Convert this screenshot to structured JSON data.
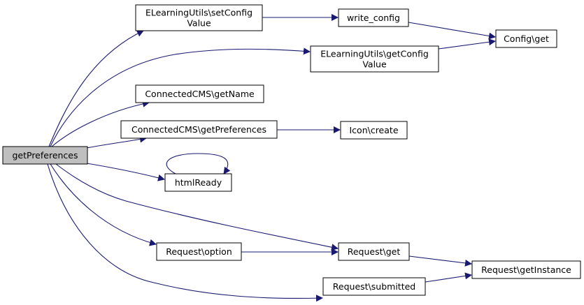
{
  "diagram": {
    "nodes": [
      {
        "id": "getPreferences",
        "lines": [
          "getPreferences"
        ],
        "highlight": true
      },
      {
        "id": "setConfigValue",
        "lines": [
          "ELearningUtils\\setConfig",
          "Value"
        ]
      },
      {
        "id": "write_config",
        "lines": [
          "write_config"
        ]
      },
      {
        "id": "config_get",
        "lines": [
          "Config\\get"
        ]
      },
      {
        "id": "getConfigValue",
        "lines": [
          "ELearningUtils\\getConfig",
          "Value"
        ]
      },
      {
        "id": "getName",
        "lines": [
          "ConnectedCMS\\getName"
        ]
      },
      {
        "id": "cms_getPreferences",
        "lines": [
          "ConnectedCMS\\getPreferences"
        ]
      },
      {
        "id": "icon_create",
        "lines": [
          "Icon\\create"
        ]
      },
      {
        "id": "htmlReady",
        "lines": [
          "htmlReady"
        ]
      },
      {
        "id": "request_option",
        "lines": [
          "Request\\option"
        ]
      },
      {
        "id": "request_get",
        "lines": [
          "Request\\get"
        ]
      },
      {
        "id": "request_getInstance",
        "lines": [
          "Request\\getInstance"
        ]
      },
      {
        "id": "request_submitted",
        "lines": [
          "Request\\submitted"
        ]
      }
    ],
    "edges": [
      {
        "from": "getPreferences",
        "to": "setConfigValue"
      },
      {
        "from": "getPreferences",
        "to": "getConfigValue"
      },
      {
        "from": "getPreferences",
        "to": "getName"
      },
      {
        "from": "getPreferences",
        "to": "cms_getPreferences"
      },
      {
        "from": "getPreferences",
        "to": "htmlReady"
      },
      {
        "from": "getPreferences",
        "to": "request_get"
      },
      {
        "from": "getPreferences",
        "to": "request_option"
      },
      {
        "from": "getPreferences",
        "to": "request_submitted"
      },
      {
        "from": "setConfigValue",
        "to": "write_config"
      },
      {
        "from": "write_config",
        "to": "config_get"
      },
      {
        "from": "getConfigValue",
        "to": "config_get"
      },
      {
        "from": "cms_getPreferences",
        "to": "icon_create"
      },
      {
        "from": "htmlReady",
        "to": "htmlReady"
      },
      {
        "from": "request_option",
        "to": "request_get"
      },
      {
        "from": "request_get",
        "to": "request_getInstance"
      },
      {
        "from": "request_submitted",
        "to": "request_getInstance"
      }
    ],
    "colors": {
      "edge": "#191970",
      "node_fill": "#ffffff",
      "node_border": "#000000",
      "highlight_fill": "#bfbfbf"
    }
  }
}
